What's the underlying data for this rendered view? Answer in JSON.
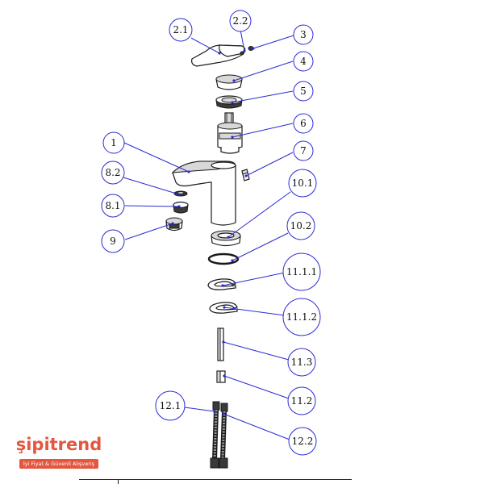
{
  "brand": {
    "name": "şipitrend",
    "tagline": "İyi Fiyat & Güvenli Alışveriş",
    "color": "#e4573f"
  },
  "callout_color": "#2b2bd6",
  "callouts": [
    {
      "label": "2.1"
    },
    {
      "label": "2.2"
    },
    {
      "label": "3"
    },
    {
      "label": "4"
    },
    {
      "label": "5"
    },
    {
      "label": "6"
    },
    {
      "label": "1"
    },
    {
      "label": "7"
    },
    {
      "label": "8.2"
    },
    {
      "label": "10.1"
    },
    {
      "label": "8.1"
    },
    {
      "label": "10.2"
    },
    {
      "label": "9"
    },
    {
      "label": "11.1.1"
    },
    {
      "label": "11.1.2"
    },
    {
      "label": "11.3"
    },
    {
      "label": "11.2"
    },
    {
      "label": "12.1"
    },
    {
      "label": "12.2"
    }
  ]
}
